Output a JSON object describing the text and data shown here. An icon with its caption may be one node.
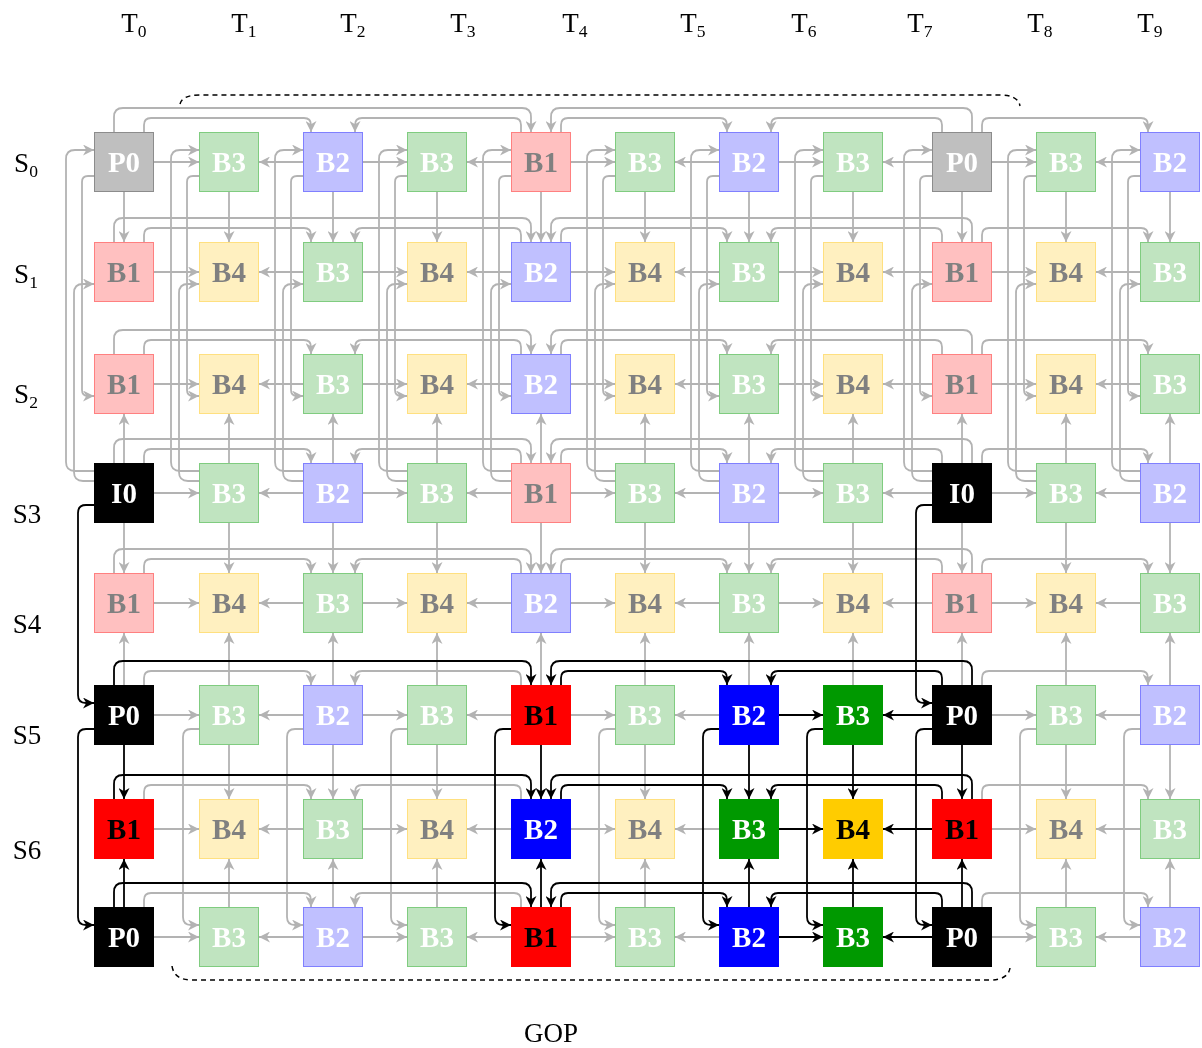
{
  "diagram": {
    "nodes": [
      {
        "text": [
          "P0"
        ]
      },
      {
        "text": [
          "B3"
        ]
      },
      {
        "text": [
          "B2"
        ]
      },
      {
        "text": [
          "B3"
        ]
      },
      {
        "text": [
          "B1"
        ]
      },
      {
        "text": [
          "B3"
        ]
      },
      {
        "text": [
          "B2"
        ]
      },
      {
        "text": [
          "B3"
        ]
      },
      {
        "text": [
          "P0"
        ]
      },
      {
        "text": [
          "B3"
        ]
      },
      {
        "text": [
          "B2"
        ]
      },
      {
        "text": [
          "B1"
        ]
      },
      {
        "text": [
          "B4"
        ]
      },
      {
        "text": [
          "B3"
        ]
      },
      {
        "text": [
          "B4"
        ]
      },
      {
        "text": [
          "B2"
        ]
      },
      {
        "text": [
          "B4"
        ]
      },
      {
        "text": [
          "B3"
        ]
      },
      {
        "text": [
          "B4"
        ]
      },
      {
        "text": [
          "B1"
        ]
      },
      {
        "text": [
          "B4"
        ]
      },
      {
        "text": [
          "B3"
        ]
      },
      {
        "text": [
          "B1"
        ]
      },
      {
        "text": [
          "B4"
        ]
      },
      {
        "text": [
          "B3"
        ]
      },
      {
        "text": [
          "B4"
        ]
      },
      {
        "text": [
          "B2"
        ]
      },
      {
        "text": [
          "B4"
        ]
      },
      {
        "text": [
          "B3"
        ]
      },
      {
        "text": [
          "B4"
        ]
      },
      {
        "text": [
          "B1"
        ]
      },
      {
        "text": [
          "B4"
        ]
      },
      {
        "text": [
          "B3"
        ]
      },
      {
        "text": [
          "I0"
        ]
      },
      {
        "text": [
          "B3"
        ]
      },
      {
        "text": [
          "B2"
        ]
      },
      {
        "text": [
          "B3"
        ]
      },
      {
        "text": [
          "B1"
        ]
      },
      {
        "text": [
          "B3"
        ]
      },
      {
        "text": [
          "B2"
        ]
      },
      {
        "text": [
          "B3"
        ]
      },
      {
        "text": [
          "I0"
        ]
      },
      {
        "text": [
          "B3"
        ]
      },
      {
        "text": [
          "B2"
        ]
      },
      {
        "text": [
          "B1"
        ]
      },
      {
        "text": [
          "B4"
        ]
      },
      {
        "text": [
          "B3"
        ]
      },
      {
        "text": [
          "B4"
        ]
      },
      {
        "text": [
          "B2"
        ]
      },
      {
        "text": [
          "B4"
        ]
      },
      {
        "text": [
          "B3"
        ]
      },
      {
        "text": [
          "B4"
        ]
      },
      {
        "text": [
          "B1"
        ]
      },
      {
        "text": [
          "B4"
        ]
      },
      {
        "text": [
          "B3"
        ]
      },
      {
        "text": [
          "P0"
        ]
      },
      {
        "text": [
          "B3"
        ]
      },
      {
        "text": [
          "B2"
        ]
      },
      {
        "text": [
          "B3"
        ]
      },
      {
        "text": [
          "B1"
        ]
      },
      {
        "text": [
          "B3"
        ]
      },
      {
        "text": [
          "B2"
        ]
      },
      {
        "text": [
          "B3"
        ]
      },
      {
        "text": [
          "P0"
        ]
      },
      {
        "text": [
          "B3"
        ]
      },
      {
        "text": [
          "B2"
        ]
      },
      {
        "text": [
          "B1"
        ]
      },
      {
        "text": [
          "B4"
        ]
      },
      {
        "text": [
          "B3"
        ]
      },
      {
        "text": [
          "B4"
        ]
      },
      {
        "text": [
          "B2"
        ]
      },
      {
        "text": [
          "B4"
        ]
      },
      {
        "text": [
          "B3"
        ]
      },
      {
        "text": [
          "B4"
        ]
      },
      {
        "text": [
          "B1"
        ]
      },
      {
        "text": [
          "B4"
        ]
      },
      {
        "text": [
          "B3"
        ]
      },
      {
        "text": [
          "P0"
        ]
      },
      {
        "text": [
          "B3"
        ]
      },
      {
        "text": [
          "B2"
        ]
      },
      {
        "text": [
          "B3"
        ]
      },
      {
        "text": [
          "B1"
        ]
      },
      {
        "text": [
          "B3"
        ]
      },
      {
        "text": [
          "B2"
        ]
      },
      {
        "text": [
          "B3"
        ]
      },
      {
        "text": [
          "P0"
        ]
      },
      {
        "text": [
          "B3"
        ]
      },
      {
        "text": [
          "B2"
        ]
      }
    ],
    "edges": [
      {
        "from": 0,
        "to": 1,
        "arrow": "to"
      },
      {
        "from": 2,
        "to": 1,
        "arrow": "to"
      },
      {
        "from": 2,
        "to": 3,
        "arrow": "to"
      },
      {
        "from": 4,
        "to": 3,
        "arrow": "to"
      },
      {
        "from": 4,
        "to": 5,
        "arrow": "to"
      },
      {
        "from": 6,
        "to": 5,
        "arrow": "to"
      },
      {
        "from": 6,
        "to": 7,
        "arrow": "to"
      },
      {
        "from": 8,
        "to": 7,
        "arrow": "to"
      },
      {
        "from": 8,
        "to": 9,
        "arrow": "to"
      },
      {
        "from": 10,
        "to": 9,
        "arrow": "to"
      },
      {
        "from": 0,
        "to": 4,
        "arrow": "to"
      },
      {
        "from": 0,
        "to": 2,
        "arrow": "to"
      },
      {
        "from": 8,
        "to": 4,
        "arrow": "to"
      },
      {
        "from": 8,
        "to": 6,
        "arrow": "to"
      },
      {
        "from": 4,
        "to": 2,
        "arrow": "to"
      },
      {
        "from": 4,
        "to": 6,
        "arrow": "to"
      },
      {
        "from": 8,
        "to": 10,
        "arrow": "to"
      },
      {
        "from": 11,
        "to": 12,
        "arrow": "to"
      },
      {
        "from": 13,
        "to": 12,
        "arrow": "to"
      },
      {
        "from": 13,
        "to": 14,
        "arrow": "to"
      },
      {
        "from": 15,
        "to": 14,
        "arrow": "to"
      },
      {
        "from": 15,
        "to": 16,
        "arrow": "to"
      },
      {
        "from": 17,
        "to": 16,
        "arrow": "to"
      },
      {
        "from": 17,
        "to": 18,
        "arrow": "to"
      },
      {
        "from": 19,
        "to": 18,
        "arrow": "to"
      },
      {
        "from": 19,
        "to": 20,
        "arrow": "to"
      },
      {
        "from": 21,
        "to": 20,
        "arrow": "to"
      },
      {
        "from": 11,
        "to": 15,
        "arrow": "to"
      },
      {
        "from": 11,
        "to": 13,
        "arrow": "to"
      },
      {
        "from": 19,
        "to": 15,
        "arrow": "to"
      },
      {
        "from": 19,
        "to": 17,
        "arrow": "to"
      },
      {
        "from": 15,
        "to": 13,
        "arrow": "to"
      },
      {
        "from": 15,
        "to": 17,
        "arrow": "to"
      },
      {
        "from": 19,
        "to": 21,
        "arrow": "to"
      },
      {
        "from": 22,
        "to": 23,
        "arrow": "to"
      },
      {
        "from": 24,
        "to": 23,
        "arrow": "to"
      },
      {
        "from": 24,
        "to": 25,
        "arrow": "to"
      },
      {
        "from": 26,
        "to": 25,
        "arrow": "to"
      },
      {
        "from": 26,
        "to": 27,
        "arrow": "to"
      },
      {
        "from": 28,
        "to": 27,
        "arrow": "to"
      },
      {
        "from": 28,
        "to": 29,
        "arrow": "to"
      },
      {
        "from": 30,
        "to": 29,
        "arrow": "to"
      },
      {
        "from": 30,
        "to": 31,
        "arrow": "to"
      },
      {
        "from": 32,
        "to": 31,
        "arrow": "to"
      },
      {
        "from": 22,
        "to": 26,
        "arrow": "to"
      },
      {
        "from": 22,
        "to": 24,
        "arrow": "to"
      },
      {
        "from": 30,
        "to": 26,
        "arrow": "to"
      },
      {
        "from": 30,
        "to": 28,
        "arrow": "to"
      },
      {
        "from": 26,
        "to": 24,
        "arrow": "to"
      },
      {
        "from": 26,
        "to": 28,
        "arrow": "to"
      },
      {
        "from": 30,
        "to": 32,
        "arrow": "to"
      },
      {
        "from": 33,
        "to": 34,
        "arrow": "to"
      },
      {
        "from": 35,
        "to": 34,
        "arrow": "to"
      },
      {
        "from": 35,
        "to": 36,
        "arrow": "to"
      },
      {
        "from": 37,
        "to": 36,
        "arrow": "to"
      },
      {
        "from": 37,
        "to": 38,
        "arrow": "to"
      },
      {
        "from": 39,
        "to": 38,
        "arrow": "to"
      },
      {
        "from": 39,
        "to": 40,
        "arrow": "to"
      },
      {
        "from": 41,
        "to": 40,
        "arrow": "to"
      },
      {
        "from": 41,
        "to": 42,
        "arrow": "to"
      },
      {
        "from": 43,
        "to": 42,
        "arrow": "to"
      },
      {
        "from": 33,
        "to": 37,
        "arrow": "to"
      },
      {
        "from": 33,
        "to": 35,
        "arrow": "to"
      },
      {
        "from": 41,
        "to": 37,
        "arrow": "to"
      },
      {
        "from": 41,
        "to": 39,
        "arrow": "to"
      },
      {
        "from": 37,
        "to": 35,
        "arrow": "to"
      },
      {
        "from": 37,
        "to": 39,
        "arrow": "to"
      },
      {
        "from": 41,
        "to": 43,
        "arrow": "to"
      },
      {
        "from": 44,
        "to": 45,
        "arrow": "to"
      },
      {
        "from": 46,
        "to": 45,
        "arrow": "to"
      },
      {
        "from": 46,
        "to": 47,
        "arrow": "to"
      },
      {
        "from": 48,
        "to": 47,
        "arrow": "to"
      },
      {
        "from": 48,
        "to": 49,
        "arrow": "to"
      },
      {
        "from": 50,
        "to": 49,
        "arrow": "to"
      },
      {
        "from": 50,
        "to": 51,
        "arrow": "to"
      },
      {
        "from": 52,
        "to": 51,
        "arrow": "to"
      },
      {
        "from": 52,
        "to": 53,
        "arrow": "to"
      },
      {
        "from": 54,
        "to": 53,
        "arrow": "to"
      },
      {
        "from": 44,
        "to": 48,
        "arrow": "to"
      },
      {
        "from": 44,
        "to": 46,
        "arrow": "to"
      },
      {
        "from": 52,
        "to": 48,
        "arrow": "to"
      },
      {
        "from": 52,
        "to": 50,
        "arrow": "to"
      },
      {
        "from": 48,
        "to": 46,
        "arrow": "to"
      },
      {
        "from": 48,
        "to": 50,
        "arrow": "to"
      },
      {
        "from": 52,
        "to": 54,
        "arrow": "to"
      },
      {
        "from": 55,
        "to": 56,
        "arrow": "to"
      },
      {
        "from": 57,
        "to": 56,
        "arrow": "to"
      },
      {
        "from": 57,
        "to": 58,
        "arrow": "to"
      },
      {
        "from": 59,
        "to": 58,
        "arrow": "to"
      },
      {
        "from": 59,
        "to": 60,
        "arrow": "to"
      },
      {
        "from": 61,
        "to": 60,
        "arrow": "to"
      },
      {
        "from": 61,
        "to": 62,
        "arrow": "to",
        "color": "#000000"
      },
      {
        "from": 63,
        "to": 62,
        "arrow": "to",
        "color": "#000000"
      },
      {
        "from": 63,
        "to": 64,
        "arrow": "to"
      },
      {
        "from": 65,
        "to": 64,
        "arrow": "to"
      },
      {
        "from": 55,
        "to": 59,
        "arrow": "to",
        "color": "#000000"
      },
      {
        "from": 55,
        "to": 57,
        "arrow": "to"
      },
      {
        "from": 63,
        "to": 59,
        "arrow": "to",
        "color": "#000000"
      },
      {
        "from": 63,
        "to": 61,
        "arrow": "to",
        "color": "#000000"
      },
      {
        "from": 59,
        "to": 57,
        "arrow": "to"
      },
      {
        "from": 59,
        "to": 61,
        "arrow": "to",
        "color": "#000000"
      },
      {
        "from": 63,
        "to": 65,
        "arrow": "to"
      },
      {
        "from": 66,
        "to": 67,
        "arrow": "to"
      },
      {
        "from": 68,
        "to": 67,
        "arrow": "to"
      },
      {
        "from": 68,
        "to": 69,
        "arrow": "to"
      },
      {
        "from": 70,
        "to": 69,
        "arrow": "to"
      },
      {
        "from": 70,
        "to": 71,
        "arrow": "to"
      },
      {
        "from": 72,
        "to": 71,
        "arrow": "to"
      },
      {
        "from": 72,
        "to": 73,
        "arrow": "to",
        "color": "#000000"
      },
      {
        "from": 74,
        "to": 73,
        "arrow": "to",
        "color": "#000000"
      },
      {
        "from": 74,
        "to": 75,
        "arrow": "to"
      },
      {
        "from": 76,
        "to": 75,
        "arrow": "to"
      },
      {
        "from": 66,
        "to": 70,
        "arrow": "to",
        "color": "#000000"
      },
      {
        "from": 66,
        "to": 68,
        "arrow": "to"
      },
      {
        "from": 74,
        "to": 70,
        "arrow": "to",
        "color": "#000000"
      },
      {
        "from": 74,
        "to": 72,
        "arrow": "to",
        "color": "#000000"
      },
      {
        "from": 70,
        "to": 68,
        "arrow": "to"
      },
      {
        "from": 70,
        "to": 72,
        "arrow": "to",
        "color": "#000000"
      },
      {
        "from": 74,
        "to": 76,
        "arrow": "to"
      },
      {
        "from": 77,
        "to": 78,
        "arrow": "to"
      },
      {
        "from": 79,
        "to": 78,
        "arrow": "to"
      },
      {
        "from": 79,
        "to": 80,
        "arrow": "to"
      },
      {
        "from": 81,
        "to": 80,
        "arrow": "to"
      },
      {
        "from": 81,
        "to": 82,
        "arrow": "to"
      },
      {
        "from": 83,
        "to": 82,
        "arrow": "to"
      },
      {
        "from": 83,
        "to": 84,
        "arrow": "to",
        "color": "#000000"
      },
      {
        "from": 85,
        "to": 84,
        "arrow": "to",
        "color": "#000000"
      },
      {
        "from": 85,
        "to": 86,
        "arrow": "to"
      },
      {
        "from": 87,
        "to": 86,
        "arrow": "to"
      },
      {
        "from": 77,
        "to": 81,
        "arrow": "to",
        "color": "#000000"
      },
      {
        "from": 77,
        "to": 79,
        "arrow": "to"
      },
      {
        "from": 85,
        "to": 81,
        "arrow": "to",
        "color": "#000000"
      },
      {
        "from": 85,
        "to": 83,
        "arrow": "to",
        "color": "#000000"
      },
      {
        "from": 81,
        "to": 79,
        "arrow": "to"
      },
      {
        "from": 81,
        "to": 83,
        "arrow": "to",
        "color": "#000000"
      },
      {
        "from": 85,
        "to": 87,
        "arrow": "to"
      },
      {
        "from": 0,
        "to": 11,
        "arrow": "to"
      },
      {
        "from": 33,
        "to": 22,
        "arrow": "to"
      },
      {
        "from": 33,
        "to": 44,
        "arrow": "to"
      },
      {
        "from": 55,
        "to": 44,
        "arrow": "to"
      },
      {
        "from": 55,
        "to": 66,
        "arrow": "to",
        "color": "#000000"
      },
      {
        "from": 77,
        "to": 66,
        "arrow": "to",
        "color": "#000000"
      },
      {
        "from": 33,
        "to": 0,
        "arrow": "to"
      },
      {
        "from": 33,
        "to": 11,
        "arrow": "to"
      },
      {
        "from": 0,
        "to": 22,
        "arrow": "to"
      },
      {
        "from": 55,
        "to": 77,
        "arrow": "to",
        "color": "#000000"
      },
      {
        "from": 33,
        "to": 55,
        "arrow": "to",
        "color": "#000000"
      },
      {
        "from": 1,
        "to": 12,
        "arrow": "to"
      },
      {
        "from": 34,
        "to": 23,
        "arrow": "to"
      },
      {
        "from": 34,
        "to": 45,
        "arrow": "to"
      },
      {
        "from": 56,
        "to": 45,
        "arrow": "to"
      },
      {
        "from": 56,
        "to": 67,
        "arrow": "to"
      },
      {
        "from": 78,
        "to": 67,
        "arrow": "to"
      },
      {
        "from": 34,
        "to": 1,
        "arrow": "to"
      },
      {
        "from": 34,
        "to": 12,
        "arrow": "to"
      },
      {
        "from": 1,
        "to": 23,
        "arrow": "to"
      },
      {
        "from": 56,
        "to": 78,
        "arrow": "to"
      },
      {
        "from": 2,
        "to": 13,
        "arrow": "to"
      },
      {
        "from": 35,
        "to": 24,
        "arrow": "to"
      },
      {
        "from": 35,
        "to": 46,
        "arrow": "to"
      },
      {
        "from": 57,
        "to": 46,
        "arrow": "to"
      },
      {
        "from": 57,
        "to": 68,
        "arrow": "to"
      },
      {
        "from": 79,
        "to": 68,
        "arrow": "to"
      },
      {
        "from": 35,
        "to": 2,
        "arrow": "to"
      },
      {
        "from": 35,
        "to": 13,
        "arrow": "to"
      },
      {
        "from": 2,
        "to": 24,
        "arrow": "to"
      },
      {
        "from": 57,
        "to": 79,
        "arrow": "to"
      },
      {
        "from": 3,
        "to": 14,
        "arrow": "to"
      },
      {
        "from": 36,
        "to": 25,
        "arrow": "to"
      },
      {
        "from": 36,
        "to": 47,
        "arrow": "to"
      },
      {
        "from": 58,
        "to": 47,
        "arrow": "to"
      },
      {
        "from": 58,
        "to": 69,
        "arrow": "to"
      },
      {
        "from": 80,
        "to": 69,
        "arrow": "to"
      },
      {
        "from": 36,
        "to": 3,
        "arrow": "to"
      },
      {
        "from": 36,
        "to": 14,
        "arrow": "to"
      },
      {
        "from": 3,
        "to": 25,
        "arrow": "to"
      },
      {
        "from": 58,
        "to": 80,
        "arrow": "to"
      },
      {
        "from": 4,
        "to": 15,
        "arrow": "to"
      },
      {
        "from": 37,
        "to": 26,
        "arrow": "to"
      },
      {
        "from": 37,
        "to": 48,
        "arrow": "to"
      },
      {
        "from": 59,
        "to": 48,
        "arrow": "to"
      },
      {
        "from": 59,
        "to": 70,
        "arrow": "to",
        "color": "#000000"
      },
      {
        "from": 81,
        "to": 70,
        "arrow": "to",
        "color": "#000000"
      },
      {
        "from": 37,
        "to": 4,
        "arrow": "to"
      },
      {
        "from": 37,
        "to": 15,
        "arrow": "to"
      },
      {
        "from": 4,
        "to": 26,
        "arrow": "to"
      },
      {
        "from": 59,
        "to": 81,
        "arrow": "to",
        "color": "#000000"
      },
      {
        "from": 5,
        "to": 16,
        "arrow": "to"
      },
      {
        "from": 38,
        "to": 27,
        "arrow": "to"
      },
      {
        "from": 38,
        "to": 49,
        "arrow": "to"
      },
      {
        "from": 60,
        "to": 49,
        "arrow": "to"
      },
      {
        "from": 60,
        "to": 71,
        "arrow": "to"
      },
      {
        "from": 82,
        "to": 71,
        "arrow": "to"
      },
      {
        "from": 38,
        "to": 5,
        "arrow": "to"
      },
      {
        "from": 38,
        "to": 16,
        "arrow": "to"
      },
      {
        "from": 5,
        "to": 27,
        "arrow": "to"
      },
      {
        "from": 60,
        "to": 82,
        "arrow": "to"
      },
      {
        "from": 6,
        "to": 17,
        "arrow": "to"
      },
      {
        "from": 39,
        "to": 28,
        "arrow": "to"
      },
      {
        "from": 39,
        "to": 50,
        "arrow": "to"
      },
      {
        "from": 61,
        "to": 50,
        "arrow": "to"
      },
      {
        "from": 61,
        "to": 72,
        "arrow": "to",
        "color": "#000000"
      },
      {
        "from": 83,
        "to": 72,
        "arrow": "to",
        "color": "#000000"
      },
      {
        "from": 39,
        "to": 6,
        "arrow": "to"
      },
      {
        "from": 39,
        "to": 17,
        "arrow": "to"
      },
      {
        "from": 6,
        "to": 28,
        "arrow": "to"
      },
      {
        "from": 61,
        "to": 83,
        "arrow": "to",
        "color": "#000000"
      },
      {
        "from": 7,
        "to": 18,
        "arrow": "to"
      },
      {
        "from": 40,
        "to": 29,
        "arrow": "to"
      },
      {
        "from": 40,
        "to": 51,
        "arrow": "to"
      },
      {
        "from": 62,
        "to": 51,
        "arrow": "to"
      },
      {
        "from": 62,
        "to": 73,
        "arrow": "to",
        "color": "#000000"
      },
      {
        "from": 84,
        "to": 73,
        "arrow": "to",
        "color": "#000000"
      },
      {
        "from": 40,
        "to": 7,
        "arrow": "to"
      },
      {
        "from": 40,
        "to": 18,
        "arrow": "to"
      },
      {
        "from": 7,
        "to": 29,
        "arrow": "to"
      },
      {
        "from": 62,
        "to": 84,
        "arrow": "to",
        "color": "#000000"
      },
      {
        "from": 8,
        "to": 19,
        "arrow": "to"
      },
      {
        "from": 41,
        "to": 30,
        "arrow": "to"
      },
      {
        "from": 41,
        "to": 52,
        "arrow": "to"
      },
      {
        "from": 63,
        "to": 52,
        "arrow": "to"
      },
      {
        "from": 63,
        "to": 74,
        "arrow": "to",
        "color": "#000000"
      },
      {
        "from": 85,
        "to": 74,
        "arrow": "to",
        "color": "#000000"
      },
      {
        "from": 41,
        "to": 8,
        "arrow": "to"
      },
      {
        "from": 41,
        "to": 19,
        "arrow": "to"
      },
      {
        "from": 8,
        "to": 30,
        "arrow": "to"
      },
      {
        "from": 63,
        "to": 85,
        "arrow": "to",
        "color": "#000000"
      },
      {
        "from": 41,
        "to": 63,
        "arrow": "to",
        "color": "#000000"
      },
      {
        "from": 9,
        "to": 20,
        "arrow": "to"
      },
      {
        "from": 42,
        "to": 31,
        "arrow": "to"
      },
      {
        "from": 42,
        "to": 53,
        "arrow": "to"
      },
      {
        "from": 64,
        "to": 53,
        "arrow": "to"
      },
      {
        "from": 64,
        "to": 75,
        "arrow": "to"
      },
      {
        "from": 86,
        "to": 75,
        "arrow": "to"
      },
      {
        "from": 42,
        "to": 9,
        "arrow": "to"
      },
      {
        "from": 42,
        "to": 20,
        "arrow": "to"
      },
      {
        "from": 9,
        "to": 31,
        "arrow": "to"
      },
      {
        "from": 64,
        "to": 86,
        "arrow": "to"
      },
      {
        "from": 10,
        "to": 21,
        "arrow": "to"
      },
      {
        "from": 43,
        "to": 32,
        "arrow": "to"
      },
      {
        "from": 43,
        "to": 54,
        "arrow": "to"
      },
      {
        "from": 65,
        "to": 54,
        "arrow": "to"
      },
      {
        "from": 65,
        "to": 76,
        "arrow": "to"
      },
      {
        "from": 87,
        "to": 76,
        "arrow": "to"
      },
      {
        "from": 43,
        "to": 10,
        "arrow": "to"
      },
      {
        "from": 43,
        "to": 21,
        "arrow": "to"
      },
      {
        "from": 10,
        "to": 32,
        "arrow": "to"
      },
      {
        "from": 65,
        "to": 87,
        "arrow": "to"
      }
    ],
    "labels": [
      "T$_{0}$",
      "T$_{1}$",
      "T$_{2}$",
      "T$_{3}$",
      "T$_{4}$",
      "T$_{5}$",
      "T$_{6}$",
      "T$_{7}$",
      "T$_{8}$",
      "T$_{9}$",
      "S$_{0}$",
      "S$_{1}$",
      "S$_{2}$",
      "S3",
      "S4",
      "S5",
      "S6",
      "GOP"
    ]
  }
}
